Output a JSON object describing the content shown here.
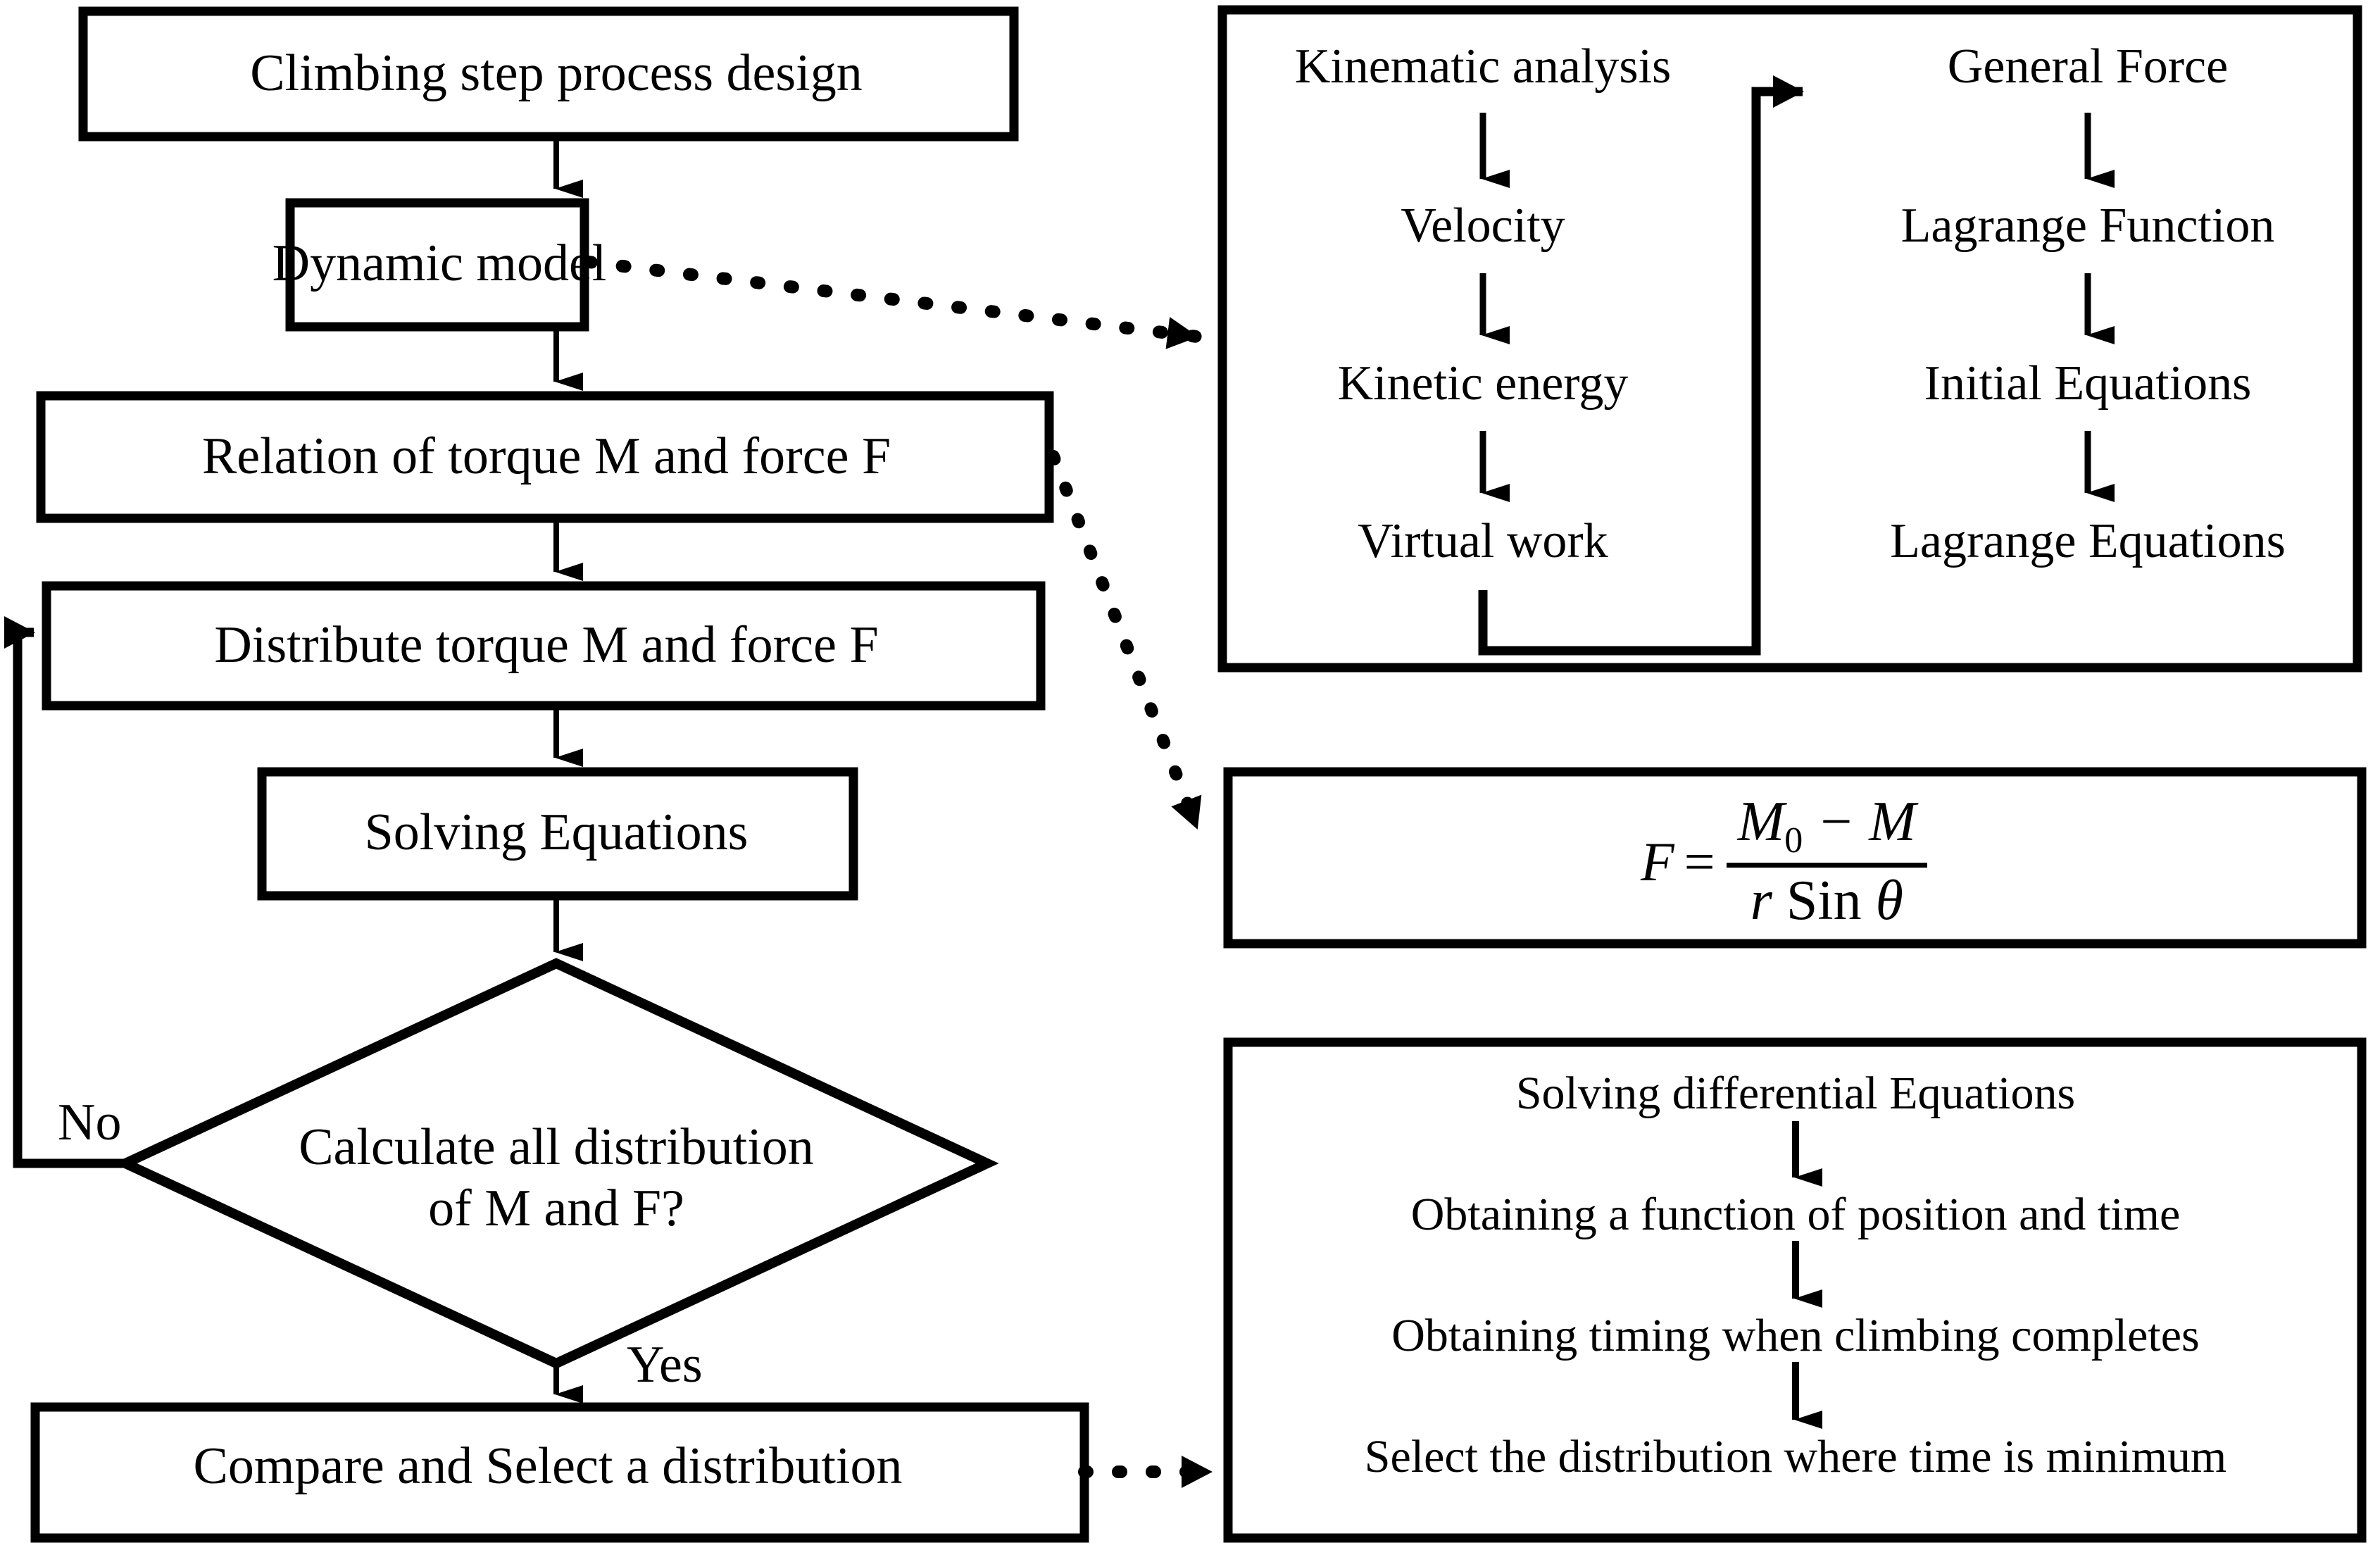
{
  "diagram": {
    "title": "Climbing step process design flowchart",
    "stroke_color": "#000000",
    "background_color": "#ffffff"
  },
  "left_flow": {
    "nodes": [
      {
        "id": "start",
        "shape": "rectangle",
        "label": "Climbing step process design"
      },
      {
        "id": "dynamic",
        "shape": "rectangle",
        "label": "Dynamic model"
      },
      {
        "id": "relation",
        "shape": "rectangle",
        "label": "Relation of torque M and force F"
      },
      {
        "id": "distribute",
        "shape": "rectangle",
        "label": "Distribute torque M and force F"
      },
      {
        "id": "solving",
        "shape": "rectangle",
        "label": "Solving Equations"
      },
      {
        "id": "decision",
        "shape": "diamond",
        "label_line1": "Calculate all distribution",
        "label_line2": "of M and F?"
      },
      {
        "id": "compare",
        "shape": "rectangle",
        "label": "Compare and Select a distribution"
      }
    ],
    "edge_labels": {
      "no": "No",
      "yes": "Yes"
    }
  },
  "dynamics_panel": {
    "left_column": [
      "Kinematic analysis",
      "Velocity",
      "Kinetic energy",
      "Virtual work"
    ],
    "right_column": [
      "General Force",
      "Lagrange Function",
      "Initial Equations",
      "Lagrange Equations"
    ]
  },
  "formula_panel": {
    "lhs": "F",
    "equals": "=",
    "numerator_main": "M",
    "numerator_subscript": "0",
    "numerator_rest": "− M",
    "denominator_r": "r",
    "denominator_sin": "Sin",
    "denominator_theta": "θ",
    "plain_text": "F = (M₀ − M) / (r Sin θ)"
  },
  "results_panel": {
    "steps": [
      "Solving differential Equations",
      "Obtaining a function of position and time",
      "Obtaining timing when climbing completes",
      "Select the distribution where time is minimum"
    ]
  }
}
